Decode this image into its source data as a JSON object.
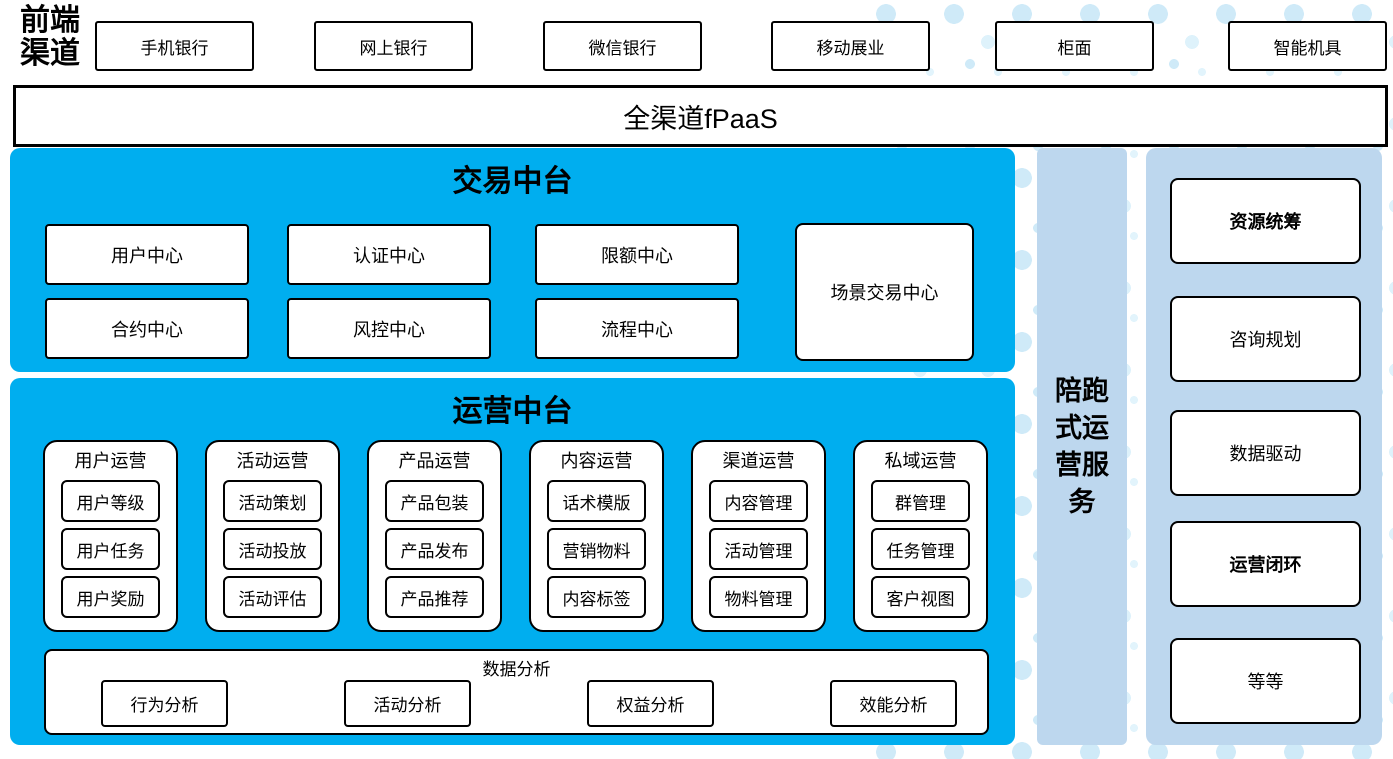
{
  "colors": {
    "accent_blue": "#00AEEF",
    "panel_light_blue": "#BDD7EE",
    "dot_pattern": "#CFEAF8",
    "border": "#000000"
  },
  "header": {
    "label": "前端渠道",
    "channels": [
      "手机银行",
      "网上银行",
      "微信银行",
      "移动展业",
      "柜面",
      "智能机具"
    ]
  },
  "fpaas": {
    "label": "全渠道fPaaS"
  },
  "trade": {
    "title": "交易中台",
    "centers": [
      "用户中心",
      "认证中心",
      "限额中心",
      "合约中心",
      "风控中心",
      "流程中心"
    ],
    "scene_center": "场景交易中心"
  },
  "ops": {
    "title": "运营中台",
    "columns": [
      {
        "title": "用户运营",
        "items": [
          "用户等级",
          "用户任务",
          "用户奖励"
        ]
      },
      {
        "title": "活动运营",
        "items": [
          "活动策划",
          "活动投放",
          "活动评估"
        ]
      },
      {
        "title": "产品运营",
        "items": [
          "产品包装",
          "产品发布",
          "产品推荐"
        ]
      },
      {
        "title": "内容运营",
        "items": [
          "话术模版",
          "营销物料",
          "内容标签"
        ]
      },
      {
        "title": "渠道运营",
        "items": [
          "内容管理",
          "活动管理",
          "物料管理"
        ]
      },
      {
        "title": "私域运营",
        "items": [
          "群管理",
          "任务管理",
          "客户视图"
        ]
      }
    ],
    "analysis": {
      "title": "数据分析",
      "items": [
        "行为分析",
        "活动分析",
        "权益分析",
        "效能分析"
      ]
    }
  },
  "sidebar": {
    "label": "陪跑式运营服务"
  },
  "services": {
    "items": [
      "资源统筹",
      "咨询规划",
      "数据驱动",
      "运营闭环",
      "等等"
    ]
  }
}
